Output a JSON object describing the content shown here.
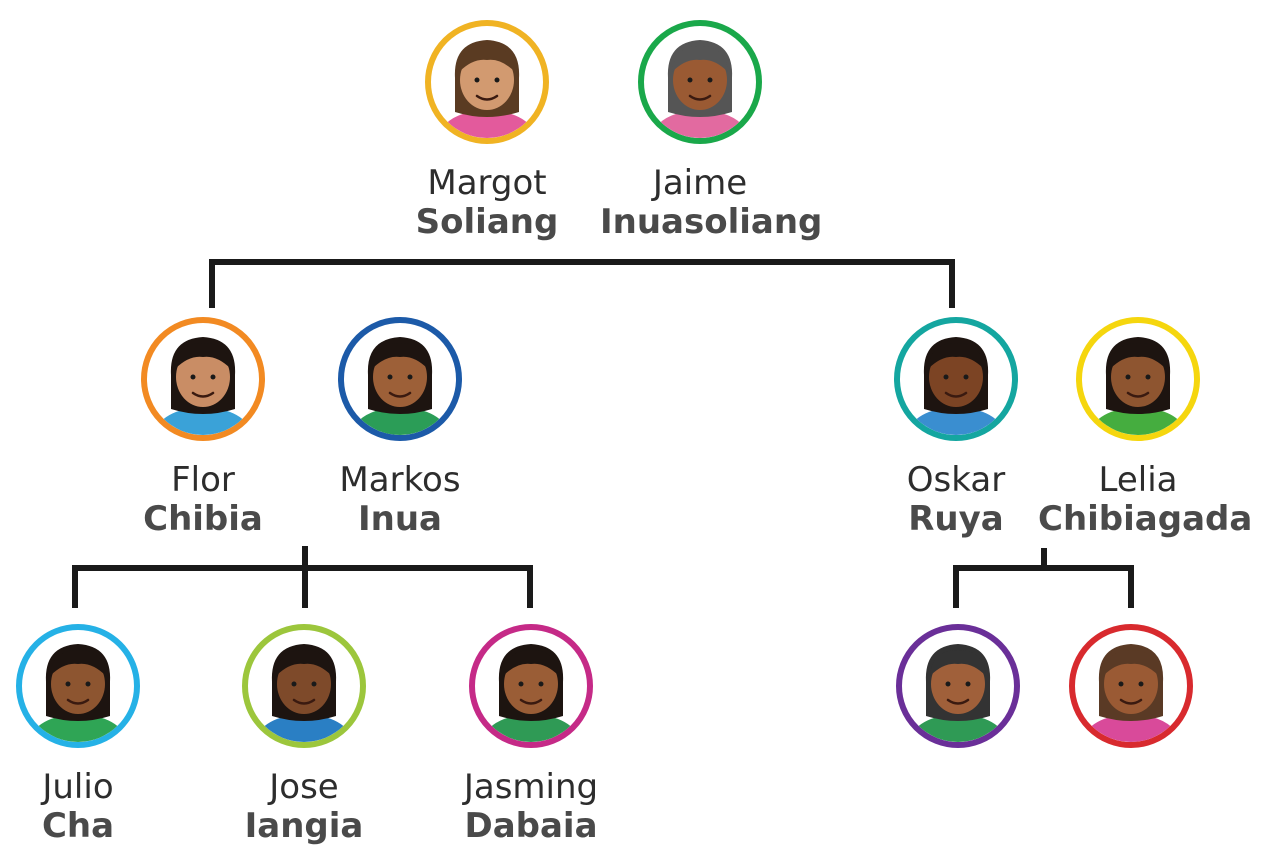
{
  "people": {
    "margot": {
      "first": "Margot",
      "last": "Soliang",
      "ring": "#f0b323",
      "skin": "#d29a70",
      "hair": "#5a3b22",
      "shirt": "#e35a9c"
    },
    "jaime": {
      "first": "Jaime",
      "last": "Inuasoliang",
      "ring": "#1aa84a",
      "skin": "#9a5a33",
      "hair": "#555555",
      "shirt": "#e26aa0"
    },
    "flor": {
      "first": "Flor",
      "last": "Chibia",
      "ring": "#f28a22",
      "skin": "#c98d65",
      "hair": "#1d1410",
      "shirt": "#3aa2d8"
    },
    "markos": {
      "first": "Markos",
      "last": "Inua",
      "ring": "#1c5aa8",
      "skin": "#9d6038",
      "hair": "#1d1410",
      "shirt": "#2b9d57"
    },
    "oskar": {
      "first": "Oskar",
      "last": "Ruya",
      "ring": "#14a6a0",
      "skin": "#7c4424",
      "hair": "#1d1410",
      "shirt": "#3a8ed0"
    },
    "lelia": {
      "first": "Lelia",
      "last": "Chibiagada",
      "ring": "#f5d60e",
      "skin": "#8e5530",
      "hair": "#1d1410",
      "shirt": "#45ad3f"
    },
    "julio": {
      "first": "Julio",
      "last": "Cha",
      "ring": "#25b1e6",
      "skin": "#8d5530",
      "hair": "#1d1410",
      "shirt": "#2fa555"
    },
    "jose": {
      "first": "Jose",
      "last": "Iangia",
      "ring": "#9cc63c",
      "skin": "#7e4a2a",
      "hair": "#1d1410",
      "shirt": "#2a7fc4"
    },
    "jasming": {
      "first": "Jasming",
      "last": "Dabaia",
      "ring": "#c52a87",
      "skin": "#9a5d36",
      "hair": "#1d1410",
      "shirt": "#2f9a55"
    },
    "child1": {
      "ring": "#6a2f98",
      "skin": "#a0603a",
      "hair": "#333333",
      "shirt": "#2f9a55"
    },
    "child2": {
      "ring": "#d82a2e",
      "skin": "#9a5a34",
      "hair": "#5a3a25",
      "shirt": "#d94a9a"
    }
  },
  "line_color": "#1a1a1a"
}
